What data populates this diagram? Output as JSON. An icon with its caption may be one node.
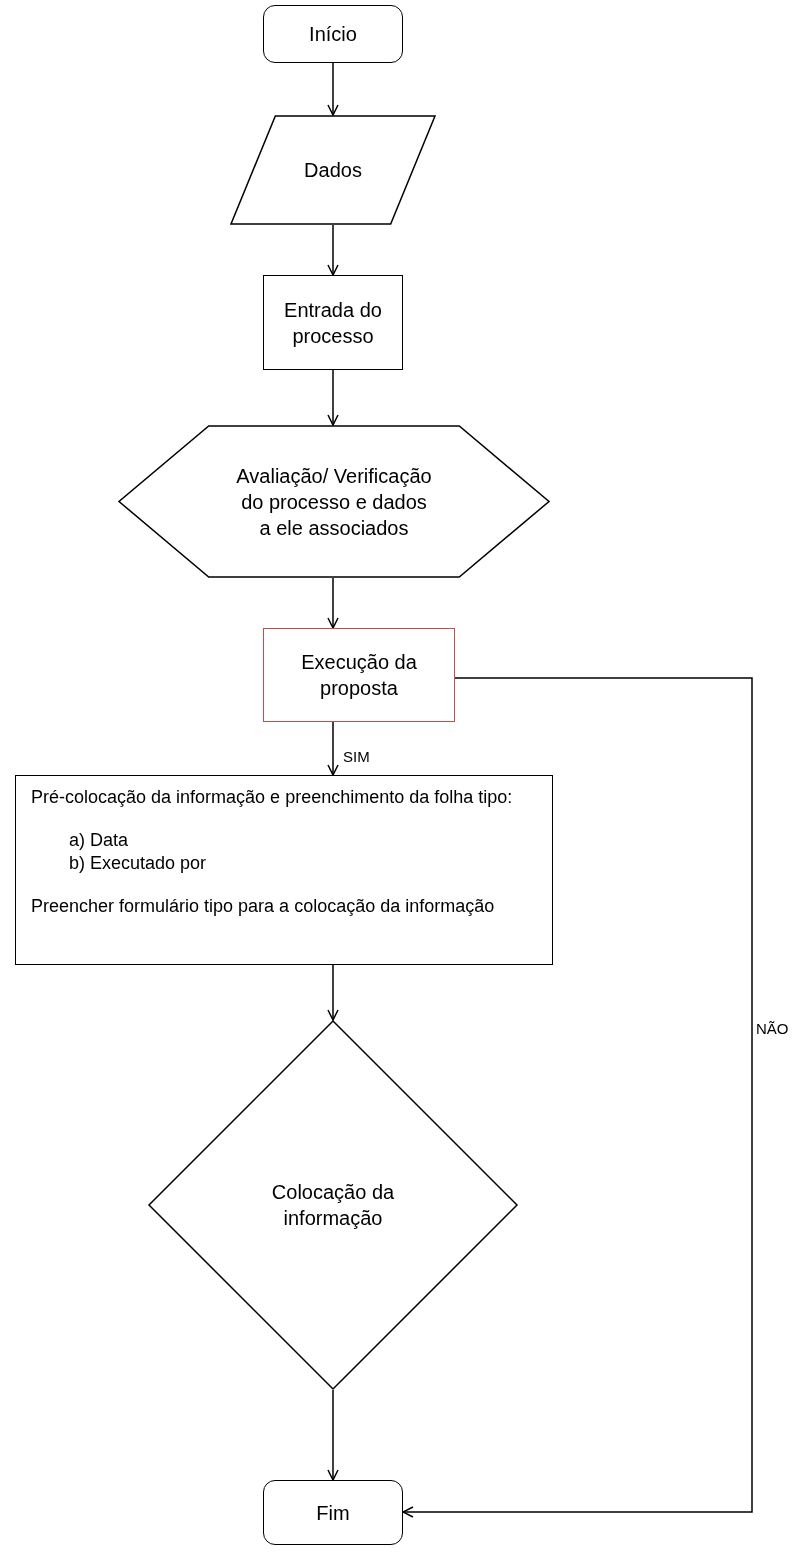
{
  "diagram": {
    "nodes": [
      {
        "text": [
          "Início"
        ]
      },
      {
        "text": [
          "Dados"
        ]
      },
      {
        "text": [
          "Entrada do processo"
        ]
      },
      {
        "text": [
          "Avaliação/ Verificação do processo e dados a ele associados"
        ]
      },
      {
        "text": [
          "Execução da proposta"
        ]
      },
      {
        "text": [
          "Pré-colocação da informação e preenchimento da folha tipo:",
          "a) Data",
          "b) Executado por",
          "Preencher formulário tipo para a colocação da informação"
        ]
      },
      {
        "text": [
          "Colocação da informação"
        ]
      },
      {
        "text": [
          "Fim"
        ]
      }
    ],
    "edges": [
      {
        "from": 0,
        "to": 1,
        "arrow": "to"
      },
      {
        "from": 1,
        "to": 2,
        "arrow": "to"
      },
      {
        "from": 2,
        "to": 3,
        "arrow": "to"
      },
      {
        "from": 3,
        "to": 4,
        "arrow": "to"
      },
      {
        "from": 4,
        "to": 5,
        "arrow": "to",
        "label": "SIM"
      },
      {
        "from": 5,
        "to": 6,
        "arrow": "to"
      },
      {
        "from": 6,
        "to": 7,
        "arrow": "to"
      },
      {
        "from": 4,
        "to": 7,
        "arrow": "to",
        "label": "NÃO"
      }
    ]
  }
}
